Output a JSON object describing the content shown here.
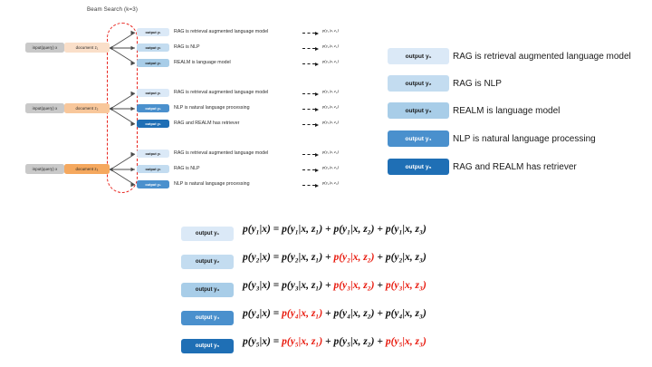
{
  "diagram": {
    "beam_title": "Beam Search (k=3)",
    "query_label": "input(query) x",
    "blocks": [
      {
        "document_label": "document z₁",
        "rows": [
          {
            "output_label": "output y₁",
            "sentence": "RAG is retrieval augmented language model",
            "prob": "p(y₁|x, z₁)"
          },
          {
            "output_label": "output y₂",
            "sentence": "RAG is NLP",
            "prob": "p(y₂|x, z₁)"
          },
          {
            "output_label": "output y₃",
            "sentence": "REALM is language model",
            "prob": "p(y₃|x, z₁)"
          }
        ]
      },
      {
        "document_label": "document z₂",
        "rows": [
          {
            "output_label": "output y₁",
            "sentence": "RAG is retrieval augmented language model",
            "prob": "p(y₁|x, z₂)"
          },
          {
            "output_label": "output y₄",
            "sentence": "NLP is natural language processing",
            "prob": "p(y₄|x, z₂)"
          },
          {
            "output_label": "output y₅",
            "sentence": "RAG and REALM has retriever",
            "prob": "p(y₅|x, z₂)"
          }
        ]
      },
      {
        "document_label": "document z₃",
        "rows": [
          {
            "output_label": "output y₁",
            "sentence": "RAG is retrieval augmented language model",
            "prob": "p(y₁|x, z₃)"
          },
          {
            "output_label": "output y₂",
            "sentence": "RAG is NLP",
            "prob": "p(y₂|x, z₃)"
          },
          {
            "output_label": "output y₄",
            "sentence": "NLP is natural language processing",
            "prob": "p(y₄|x, z₃)"
          }
        ]
      }
    ]
  },
  "legend": {
    "items": [
      {
        "label": "output y₁",
        "text": "RAG is retrieval augmented language model"
      },
      {
        "label": "output y₂",
        "text": "RAG is NLP"
      },
      {
        "label": "output y₃",
        "text": "REALM is language model"
      },
      {
        "label": "output y₄",
        "text": "NLP is natural language processing"
      },
      {
        "label": "output y₅",
        "text": "RAG and REALM has retriever"
      }
    ]
  },
  "equations": {
    "rows": [
      {
        "label": "output y₁",
        "lhs": "p(y₁|x) =",
        "terms": [
          {
            "text": "p(y₁|x, z₁)",
            "highlight": false
          },
          {
            "text": "p(y₁|x, z₂)",
            "highlight": false
          },
          {
            "text": "p(y₁|x, z₃)",
            "highlight": false
          }
        ]
      },
      {
        "label": "output y₂",
        "lhs": "p(y₂|x) =",
        "terms": [
          {
            "text": "p(y₂|x, z₁)",
            "highlight": false
          },
          {
            "text": "p(y₂|x, z₂)",
            "highlight": true
          },
          {
            "text": "p(y₂|x, z₃)",
            "highlight": false
          }
        ]
      },
      {
        "label": "output y₃",
        "lhs": "p(y₃|x) =",
        "terms": [
          {
            "text": "p(y₃|x, z₁)",
            "highlight": false
          },
          {
            "text": "p(y₃|x, z₂)",
            "highlight": true
          },
          {
            "text": "p(y₃|x, z₃)",
            "highlight": true
          }
        ]
      },
      {
        "label": "output y₄",
        "lhs": "p(y₄|x) =",
        "terms": [
          {
            "text": "p(y₄|x, z₁)",
            "highlight": true
          },
          {
            "text": "p(y₄|x, z₂)",
            "highlight": false
          },
          {
            "text": "p(y₄|x, z₃)",
            "highlight": false
          }
        ]
      },
      {
        "label": "output y₅",
        "lhs": "p(y₅|x) =",
        "terms": [
          {
            "text": "p(y₅|x, z₁)",
            "highlight": true
          },
          {
            "text": "p(y₅|x, z₂)",
            "highlight": false
          },
          {
            "text": "p(y₅|x, z₃)",
            "highlight": true
          }
        ]
      }
    ],
    "plus": "+"
  },
  "colors": {
    "output_y1": "#dbe9f7",
    "output_y2": "#c3dcf0",
    "output_y3": "#a8cde8",
    "output_y4": "#4a90cd",
    "output_y5": "#1f6fb5",
    "query_box": "#c9c9c9",
    "document_z1": "#fadfc9",
    "document_z2": "#f8c79b",
    "document_z3": "#f5a85e",
    "beam_border": "#e8251f",
    "highlight": "#e8180c",
    "edge": "#4a4a4a"
  }
}
